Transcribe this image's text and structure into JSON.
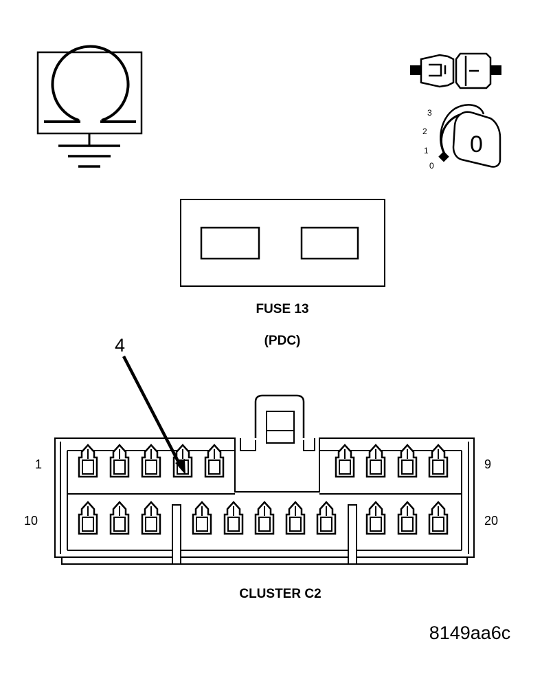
{
  "fuse": {
    "label": "FUSE 13",
    "sublabel": "(PDC)"
  },
  "ignition": {
    "positions": [
      "3",
      "2",
      "1",
      "0"
    ],
    "key_symbol": "0"
  },
  "connector": {
    "label": "CLUSTER C2",
    "pin_first_top": "1",
    "pin_last_top": "9",
    "pin_first_bottom": "10",
    "pin_last_bottom": "20",
    "callout_pin": "4"
  },
  "figure_id": "8149aa6c",
  "icons": [
    "ohmmeter-icon",
    "ground-icon",
    "switch-connector-icon",
    "ignition-key-icon"
  ]
}
